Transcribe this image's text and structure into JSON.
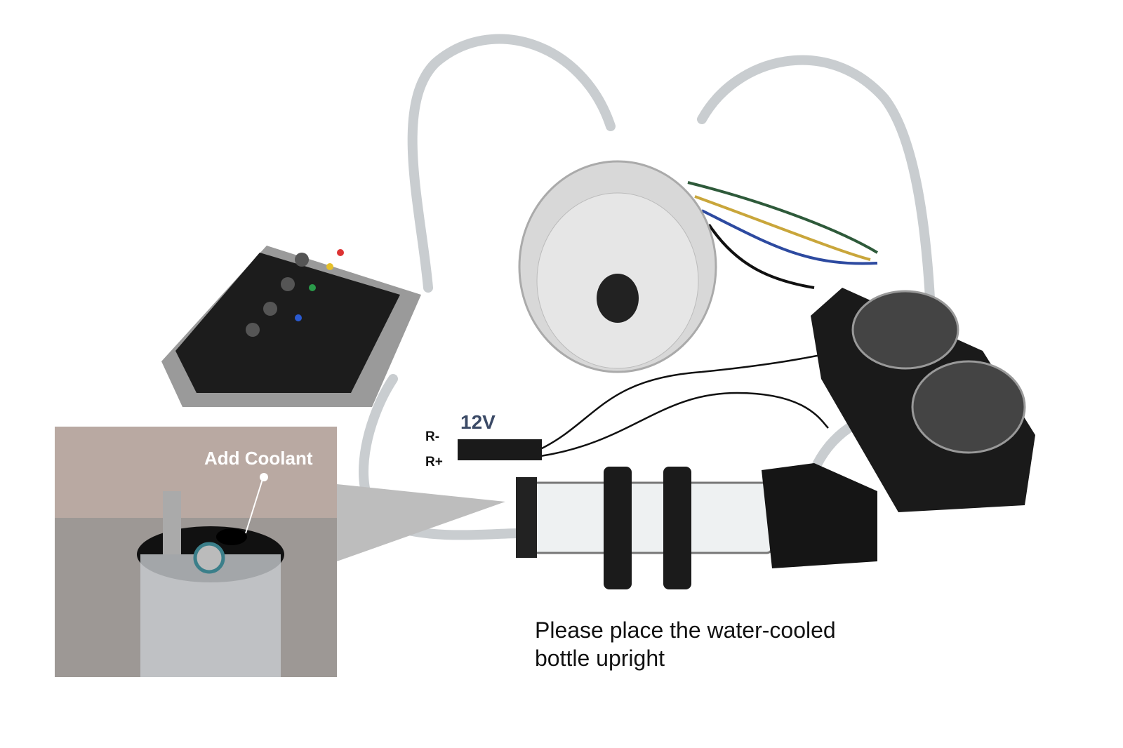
{
  "labels": {
    "voltage": "12V",
    "r_minus": "R-",
    "r_plus": "R+",
    "add_coolant": "Add Coolant",
    "note_line1": "Please place the water-cooled",
    "note_line2": "bottle upright"
  },
  "colors": {
    "voltage_label": "#3b4a66",
    "background": "#ffffff"
  }
}
